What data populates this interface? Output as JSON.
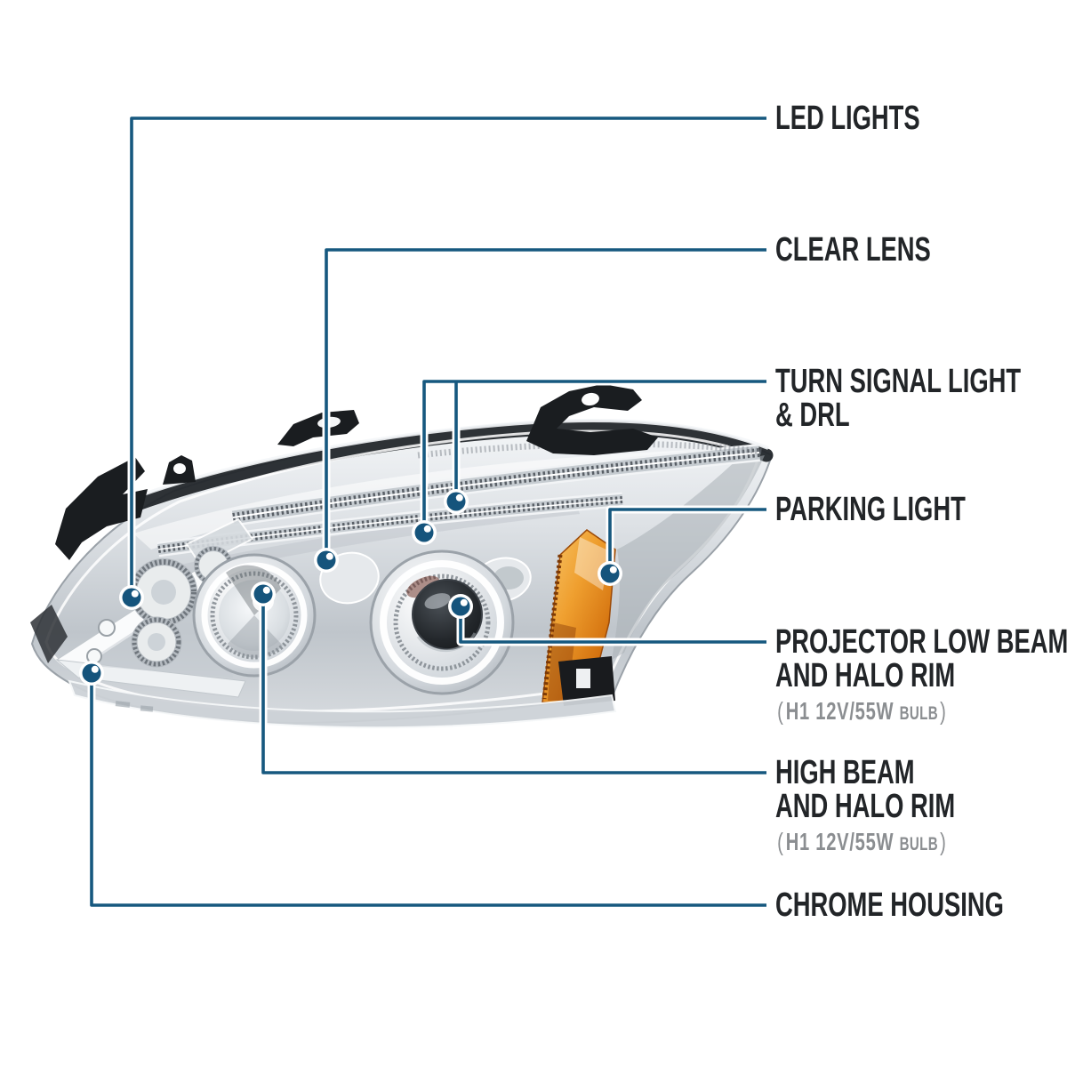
{
  "figure": {
    "type": "product-callout-diagram",
    "subject": "chrome projector headlight with halo rings"
  },
  "colors": {
    "background": "#ffffff",
    "leader_line": "#16587f",
    "marker_fill": "#15547c",
    "label_text": "#222528",
    "spec_text": "#8b8e91",
    "amber_reflector": "#e08a28",
    "chrome_light": "#e8ebee",
    "chrome_dark": "#9aa1a8",
    "bracket_black": "#1a1d20"
  },
  "callouts": [
    {
      "id": "led-lights",
      "label": "LED LIGHTS"
    },
    {
      "id": "clear-lens",
      "label": "CLEAR LENS"
    },
    {
      "id": "turn-signal-drl",
      "label": "TURN SIGNAL LIGHT",
      "label2": "& DRL"
    },
    {
      "id": "parking-light",
      "label": "PARKING LIGHT"
    },
    {
      "id": "projector-low-beam",
      "label": "PROJECTOR LOW BEAM",
      "label2": "AND HALO RIM",
      "spec_open": "(",
      "spec_bulb": "H1 12V/55W",
      "spec_unit": "BULB",
      "spec_close": ")"
    },
    {
      "id": "high-beam",
      "label": "HIGH BEAM",
      "label2": "AND HALO RIM",
      "spec_open": "(",
      "spec_bulb": "H1 12V/55W",
      "spec_unit": "BULB",
      "spec_close": ")"
    },
    {
      "id": "chrome-housing",
      "label": "CHROME HOUSING"
    }
  ]
}
